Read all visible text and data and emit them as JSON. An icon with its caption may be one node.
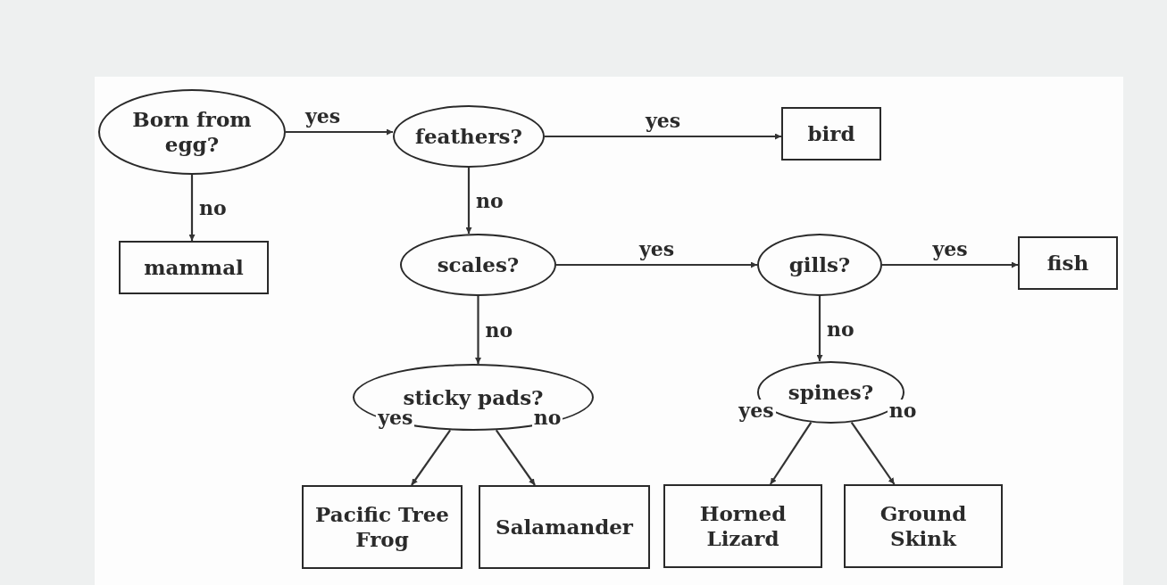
{
  "diagram": {
    "nodes": [
      {
        "text": [
          "Born from egg?"
        ]
      },
      {
        "text": [
          "feathers?"
        ]
      },
      {
        "text": [
          "bird"
        ]
      },
      {
        "text": [
          "mammal"
        ]
      },
      {
        "text": [
          "scales?"
        ]
      },
      {
        "text": [
          "gills?"
        ]
      },
      {
        "text": [
          "fish"
        ]
      },
      {
        "text": [
          "sticky pads?"
        ]
      },
      {
        "text": [
          "spines?"
        ]
      },
      {
        "text": [
          "Pacific Tree Frog"
        ]
      },
      {
        "text": [
          "Salamander"
        ]
      },
      {
        "text": [
          "Horned Lizard"
        ]
      },
      {
        "text": [
          "Ground Skink"
        ]
      }
    ],
    "edges": [
      {
        "from": 0,
        "to": 1,
        "arrow": "to",
        "label": "yes"
      },
      {
        "from": 1,
        "to": 2,
        "arrow": "to",
        "label": "yes"
      },
      {
        "from": 0,
        "to": 3,
        "arrow": "to",
        "label": "no"
      },
      {
        "from": 1,
        "to": 4,
        "arrow": "to",
        "label": "no"
      },
      {
        "from": 4,
        "to": 5,
        "arrow": "to",
        "label": "yes"
      },
      {
        "from": 5,
        "to": 6,
        "arrow": "to",
        "label": "yes"
      },
      {
        "from": 4,
        "to": 7,
        "arrow": "to",
        "label": "no"
      },
      {
        "from": 5,
        "to": 8,
        "arrow": "to",
        "label": "no"
      },
      {
        "from": 7,
        "to": 9,
        "arrow": "to",
        "label": "yes"
      },
      {
        "from": 7,
        "to": 10,
        "arrow": "to",
        "label": "no"
      },
      {
        "from": 8,
        "to": 11,
        "arrow": "to",
        "label": "yes"
      },
      {
        "from": 8,
        "to": 12,
        "arrow": "to",
        "label": "no"
      }
    ]
  }
}
